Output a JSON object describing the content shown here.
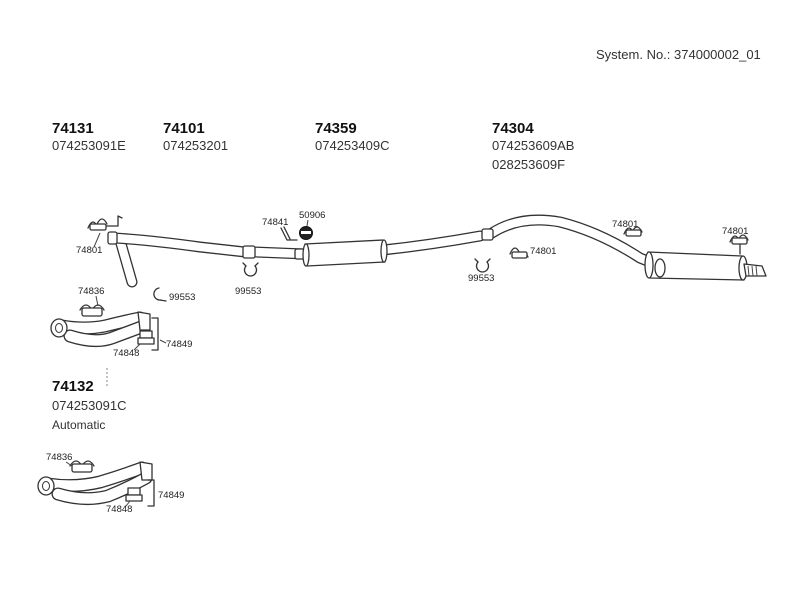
{
  "system_number": "System. No.: 374000002_01",
  "groups": [
    {
      "part": "74131",
      "ref": "074253091E"
    },
    {
      "part": "74101",
      "ref": "074253201"
    },
    {
      "part": "74359",
      "ref": "074253409C"
    },
    {
      "part": "74304",
      "ref": "074253609AB",
      "ref2": "028253609F"
    },
    {
      "part": "74132",
      "ref": "074253091C",
      "note": "Automatic"
    }
  ],
  "callouts": {
    "mount_front": "74801",
    "clamp_front": "99553",
    "flange_top": "74836",
    "bracket_top": "74849",
    "gasket_top": "74848",
    "clamp_left": "99553",
    "holder_mid": "74841",
    "ring_mid": "50906",
    "clamp_right": "99553",
    "mount_mid": "74801",
    "mount_rear1": "74801",
    "mount_rear2": "74801",
    "flange_bottom": "74836",
    "gasket_bottom": "74848",
    "bracket_bottom": "74849"
  }
}
